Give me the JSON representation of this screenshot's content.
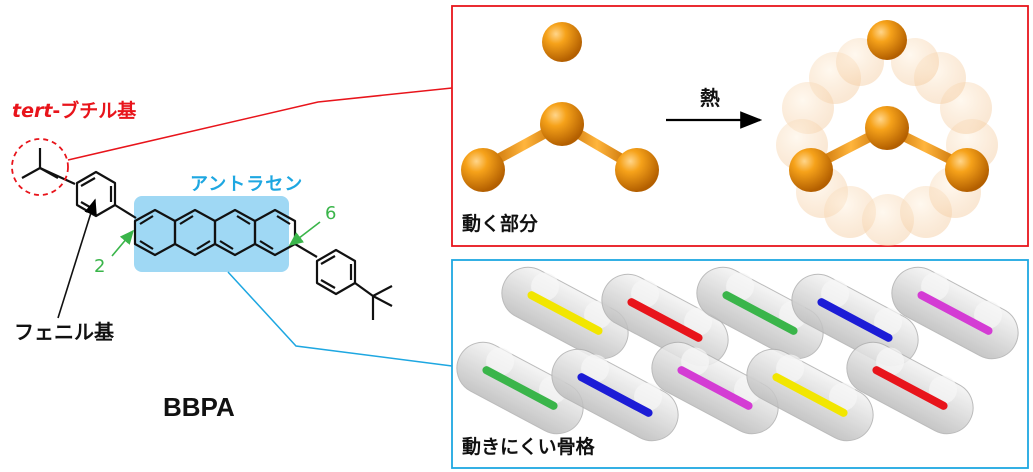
{
  "labels": {
    "tert_italic": "tert",
    "tert_rest": "-ブチル基",
    "anthracene": "アントラセン",
    "pos_2": "2",
    "pos_6": "6",
    "phenyl": "フェニル基",
    "compound": "BBPA",
    "heat": "熱",
    "moving_part": "動く部分",
    "rigid_frame": "動きにくい骨格"
  },
  "colors": {
    "red": "#e8141b",
    "cyan": "#1ea7e1",
    "green": "#3ab54a",
    "orange": "#f29400",
    "rod_colors": [
      "#f2e600",
      "#e8141b",
      "#3ab54a",
      "#1c1cd6",
      "#d43cd4"
    ]
  }
}
